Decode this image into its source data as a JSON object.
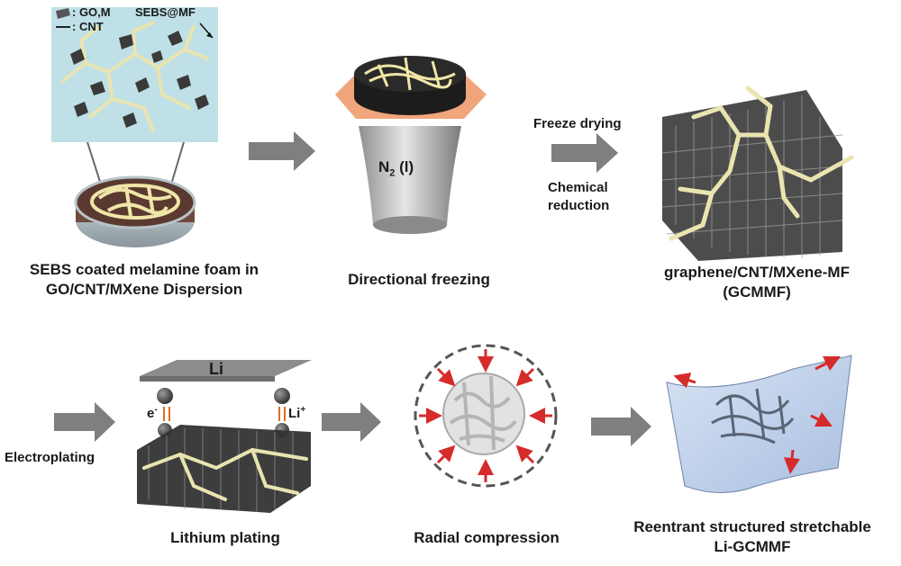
{
  "legend": {
    "go_m": ": GO,M",
    "cnt": ": CNT",
    "sebs_mf": "SEBS@MF"
  },
  "vessel_label": "N",
  "vessel_sub": "2",
  "vessel_suffix": " (l)",
  "process_top": {
    "freeze_drying": "Freeze drying",
    "chemical_reduction_line1": "Chemical",
    "chemical_reduction_line2": "reduction"
  },
  "captions": {
    "step1_line1": "SEBS coated melamine foam in",
    "step1_line2": "GO/CNT/MXene Dispersion",
    "step2": "Directional freezing",
    "step3_line1": "graphene/CNT/MXene-MF",
    "step3_line2": "(GCMMF)",
    "step4": "Lithium plating",
    "step5": "Radial compression",
    "step6_line1": "Reentrant structured stretchable",
    "step6_line2": "Li-GCMMF"
  },
  "plating": {
    "li_plate": "Li",
    "electron": "e",
    "electron_sup": "-",
    "li_ion": "Li",
    "li_ion_sup": "+",
    "electroplating": "Electroplating"
  },
  "colors": {
    "arrow_gray": "#7f7f7f",
    "red_arrow": "#d62b2b",
    "cnt_yellow": "#e9e4b0",
    "panel_blue": "#bfe0e6",
    "orange_plate": "#f0a57c"
  }
}
